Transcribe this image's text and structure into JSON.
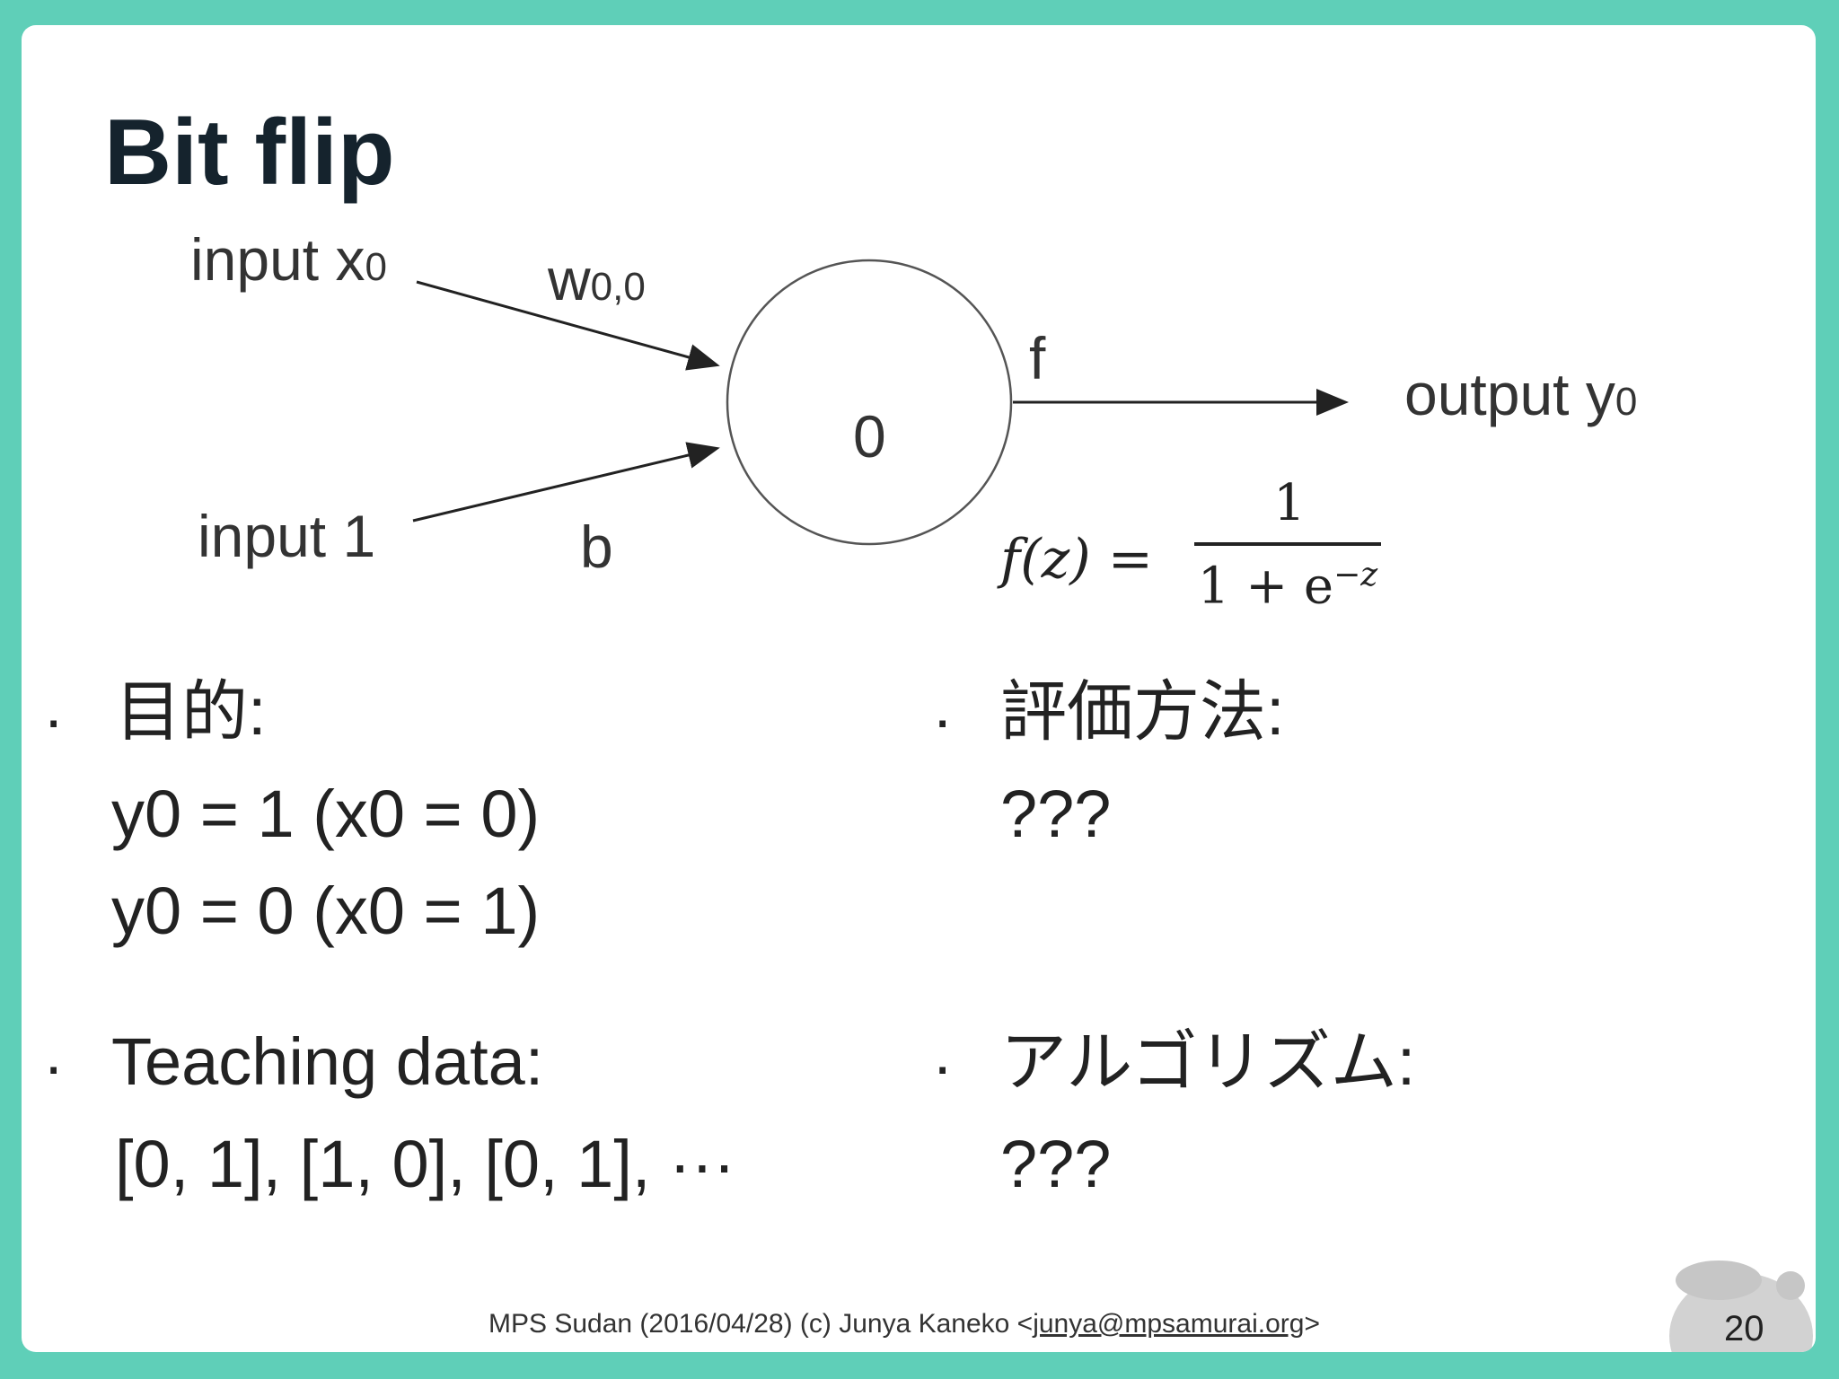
{
  "slide": {
    "title": "Bit flip",
    "diagram": {
      "input_x0_label": "input x",
      "input_x0_sub": "0",
      "weight_label": "w",
      "weight_sub": "0,0",
      "input_1_label": "input 1",
      "bias_label": "b",
      "neuron_value": "0",
      "activation_label": "f",
      "output_label": "output y",
      "output_sub": "0",
      "formula_lhs": "f(z) =",
      "formula_numerator": "1",
      "formula_denominator": "1 + e",
      "formula_exponent": "−z"
    },
    "left_column": {
      "goal_heading": "目的:",
      "goal_line_1": "y0 = 1 (x0 = 0)",
      "goal_line_2": "y0 = 0 (x0 = 1)",
      "teaching_heading": "Teaching data:",
      "teaching_values": "[0, 1], [1, 0], [0, 1], ···"
    },
    "right_column": {
      "eval_heading": "評価方法:",
      "eval_value": "???",
      "algo_heading": "アルゴリズム:",
      "algo_value": "???"
    },
    "bullet_symbol": "·",
    "footer": {
      "credit": "MPS Sudan (2016/04/28) (c) Junya Kaneko <",
      "email": "junya@mpsamurai.org",
      "credit_end": ">"
    },
    "page_number": "20"
  },
  "colors": {
    "frame": "#5fcfb8",
    "slide_bg": "#ffffff",
    "title": "#15232d",
    "mascot": "#cfcfcf"
  }
}
